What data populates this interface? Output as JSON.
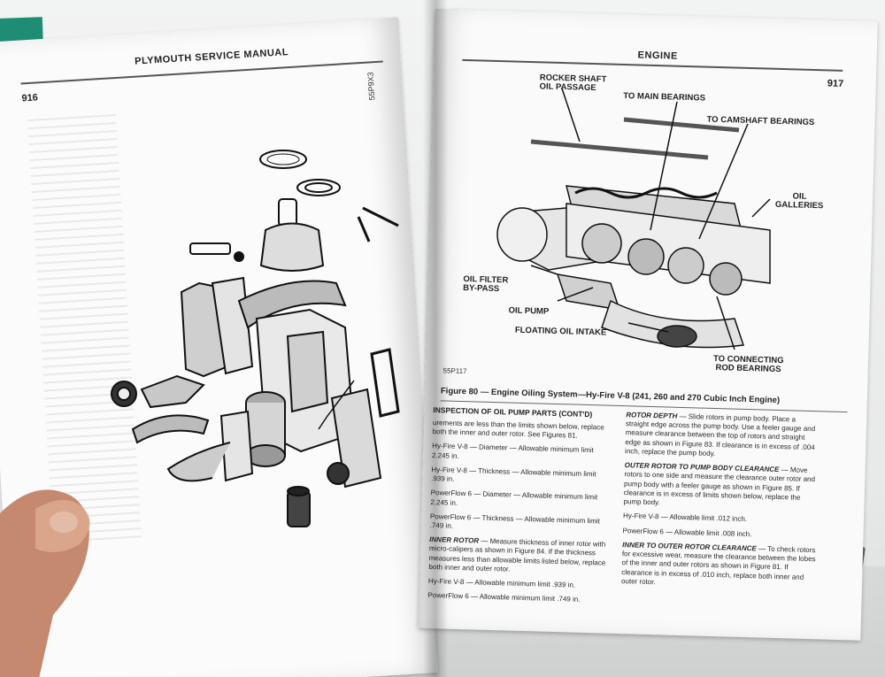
{
  "left_page": {
    "header": "PLYMOUTH SERVICE MANUAL",
    "page_number": "916",
    "figure_code": "55P9X3"
  },
  "right_page": {
    "header": "ENGINE",
    "page_number": "917",
    "callouts": {
      "rocker_shaft": "ROCKER SHAFT\nOIL PASSAGE",
      "main_bearings": "TO MAIN BEARINGS",
      "camshaft_bearings": "TO CAMSHAFT BEARINGS",
      "oil_galleries": "OIL\nGALLERIES",
      "oil_filter": "OIL FILTER\nBY-PASS",
      "oil_pump": "OIL PUMP",
      "floating_intake": "FLOATING OIL INTAKE",
      "rod_bearings": "TO CONNECTING\nROD BEARINGS"
    },
    "figure_code": "55P117",
    "figure_caption": "Figure 80 — Engine Oiling System—Hy-Fire V-8 (241, 260 and 270 Cubic Inch Engine)",
    "left_column": {
      "heading": "INSPECTION OF OIL PUMP PARTS (Cont'd)",
      "p1": "urements are less than the limits shown below, replace both the inner and outer rotor. See Figures 81.",
      "p2": "Hy-Fire V-8 — Diameter — Allowable minimum limit 2.245 in.",
      "p3": "Hy-Fire V-8 — Thickness — Allowable minimum limit .939 in.",
      "p4": "PowerFlow 6 — Diameter — Allowable minimum limit 2.245 in.",
      "p5": "PowerFlow 6 — Thickness — Allowable minimum limit .749 in.",
      "sub1": "INNER ROTOR",
      "p6": "— Measure thickness of inner rotor with micro-calipers as shown in Figure 84. If the thickness measures less than allowable limits listed below, replace both inner and outer rotor.",
      "p7": "Hy-Fire V-8 — Allowable minimum limit .939 in.",
      "p8": "PowerFlow 6 — Allowable minimum limit .749 in."
    },
    "right_column": {
      "sub1": "ROTOR DEPTH",
      "p1": "— Slide rotors in pump body. Place a straight edge across the pump body. Use a feeler gauge and measure clearance between the top of rotors and straight edge as shown in Figure 83. If clearance is in excess of .004 inch, replace the pump body.",
      "sub2": "OUTER ROTOR TO PUMP BODY CLEARANCE",
      "p2": "— Move rotors to one side and measure the clearance outer rotor and pump body with a feeler gauge as shown in Figure 85. If clearance is in excess of limits shown below, replace the pump body.",
      "p3": "Hy-Fire V-8 — Allowable limit .012 inch.",
      "p4": "PowerFlow 6 — Allowable limit .008 inch.",
      "sub3": "INNER TO OUTER ROTOR CLEARANCE",
      "p5": "— To check rotors for excessive wear, measure the clearance between the lobes of the inner and outer rotors as shown in Figure 81. If clearance is in excess of .010 inch, replace both inner and outer rotor."
    }
  }
}
